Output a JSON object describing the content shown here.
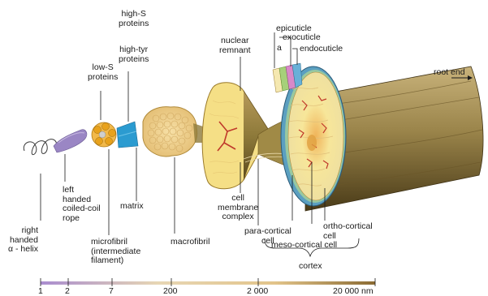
{
  "labels": {
    "high_s": "high-S\nproteins",
    "high_tyr": "high-tyr\nproteins",
    "low_s": "low-S\nproteins",
    "nuclear_remnant": "nuclear\nremnant",
    "epicuticle": "epicuticle",
    "exocuticle": "exocuticle",
    "a": "a",
    "endocuticle": "endocuticle",
    "root_end": "root end",
    "right_handed": "right\nhanded\nα - helix",
    "left_handed": "left\nhanded\ncoiled-coil\nrope",
    "matrix": "matrix",
    "microfibril": "microfibril\n(intermediate\nfilament)",
    "macrofibril": "macrofibril",
    "cell_membrane": "cell\nmembrane\ncomplex",
    "para_cortical": "para-cortical\ncell",
    "ortho_cortical": "ortho-cortical\ncell",
    "meso_cortical": "meso-cortical cell",
    "cortex": "cortex"
  },
  "scale": {
    "ticks": [
      "1",
      "2",
      "7",
      "200",
      "2 000",
      "20 000 nm"
    ]
  },
  "colors": {
    "helix": "#3a3a3a",
    "rope": "#9a86c4",
    "microfibril": "#e8a21c",
    "matrix": "#2b9bd0",
    "macrofibril": "#f3d58e",
    "cell": "#f5df86",
    "nucleus": "#c0392b",
    "cortex": "#8c7a3e",
    "cuticle": "#b08a4a",
    "scale_start": "#9b7bc0",
    "scale_end": "#7a5a2a"
  }
}
